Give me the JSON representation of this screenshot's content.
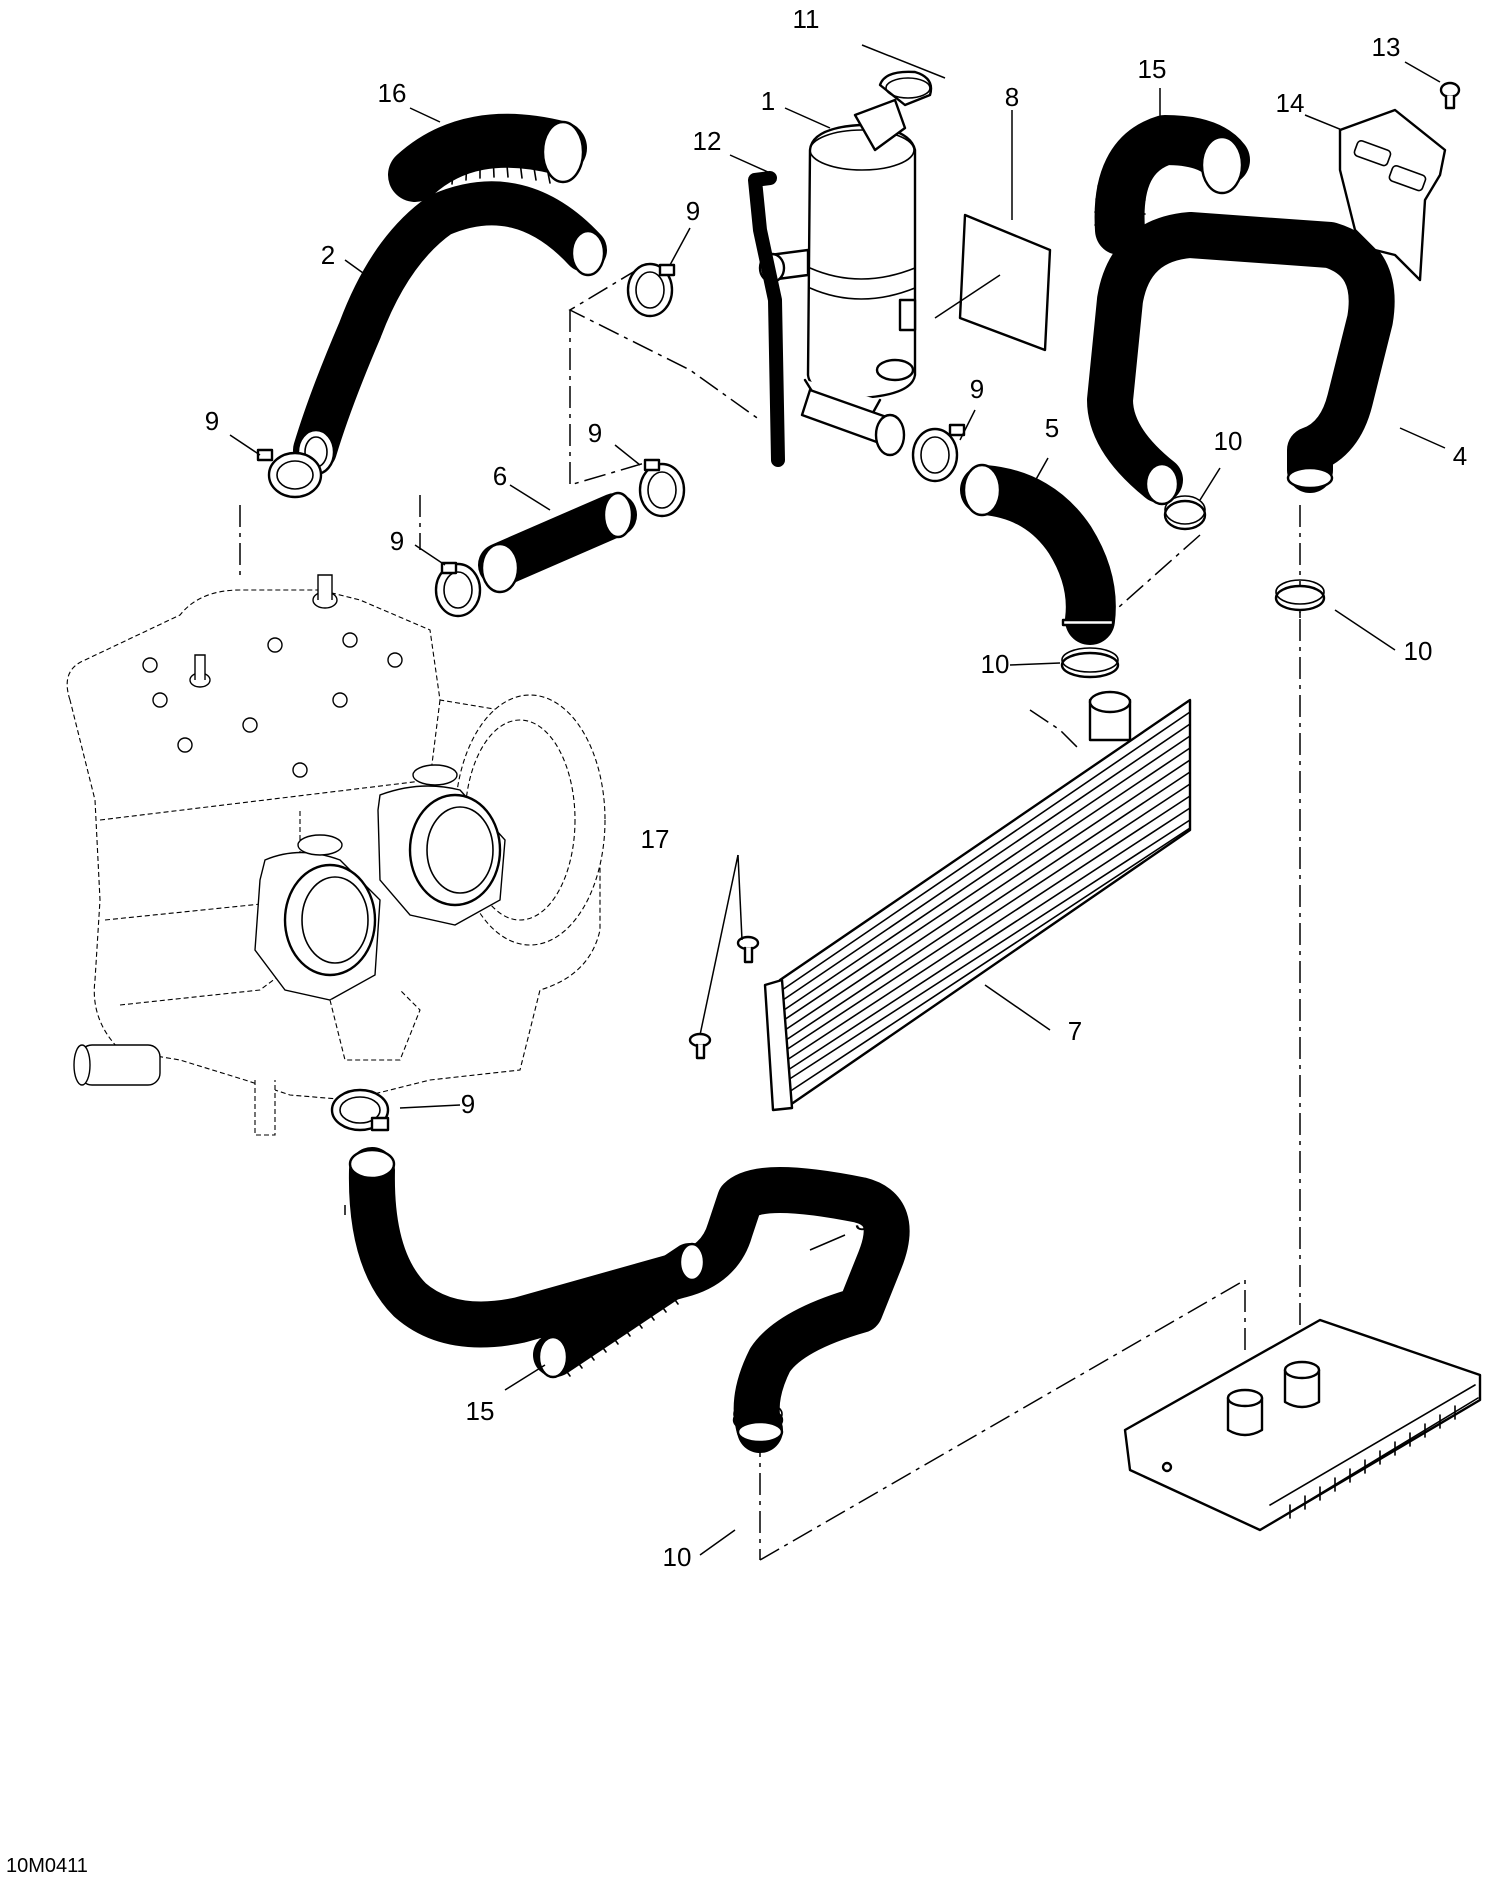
{
  "drawing_code": "10M0411",
  "callouts": [
    {
      "id": "c11",
      "text": "11"
    },
    {
      "id": "c1",
      "text": "1"
    },
    {
      "id": "c12",
      "text": "12"
    },
    {
      "id": "c8",
      "text": "8"
    },
    {
      "id": "c15a",
      "text": "15"
    },
    {
      "id": "c13",
      "text": "13"
    },
    {
      "id": "c14",
      "text": "14"
    },
    {
      "id": "c16",
      "text": "16"
    },
    {
      "id": "c2",
      "text": "2"
    },
    {
      "id": "c9a",
      "text": "9"
    },
    {
      "id": "c9b",
      "text": "9"
    },
    {
      "id": "c9c",
      "text": "9"
    },
    {
      "id": "c9d",
      "text": "9"
    },
    {
      "id": "c9e",
      "text": "9"
    },
    {
      "id": "c9f",
      "text": "9"
    },
    {
      "id": "c6",
      "text": "6"
    },
    {
      "id": "c5",
      "text": "5"
    },
    {
      "id": "c10a",
      "text": "10"
    },
    {
      "id": "c10b",
      "text": "10"
    },
    {
      "id": "c10c",
      "text": "10"
    },
    {
      "id": "c10d",
      "text": "10"
    },
    {
      "id": "c4",
      "text": "4"
    },
    {
      "id": "c17",
      "text": "17"
    },
    {
      "id": "c7",
      "text": "7"
    },
    {
      "id": "c3",
      "text": "3"
    },
    {
      "id": "c15b",
      "text": "15"
    }
  ]
}
